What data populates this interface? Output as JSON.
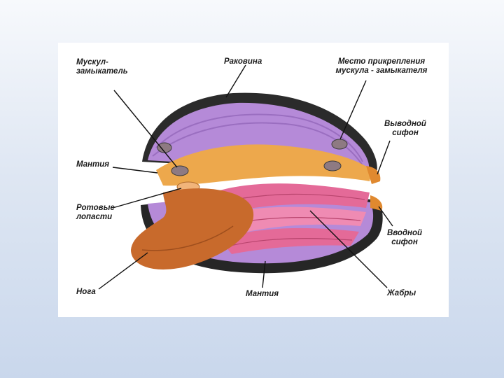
{
  "labels": {
    "muscle": "Мускул-\nзамыкатель",
    "shell": "Раковина",
    "attachment": "Место прикрепления\nмускула - замыкателя",
    "outlet_siphon": "Выводной\nсифон",
    "mantle_top": "Мантия",
    "mouth_lobes": "Ротовые\nлопасти",
    "inlet_siphon": "Вводной\nсифон",
    "foot": "Нога",
    "mantle_bottom": "Мантия",
    "gills": "Жабры"
  },
  "colors": {
    "shell": "#2a2a2a",
    "mantle": "#b98ad6",
    "mantle_edge": "#e7a84a",
    "gills": "#e06a95",
    "foot": "#c9692a"
  }
}
